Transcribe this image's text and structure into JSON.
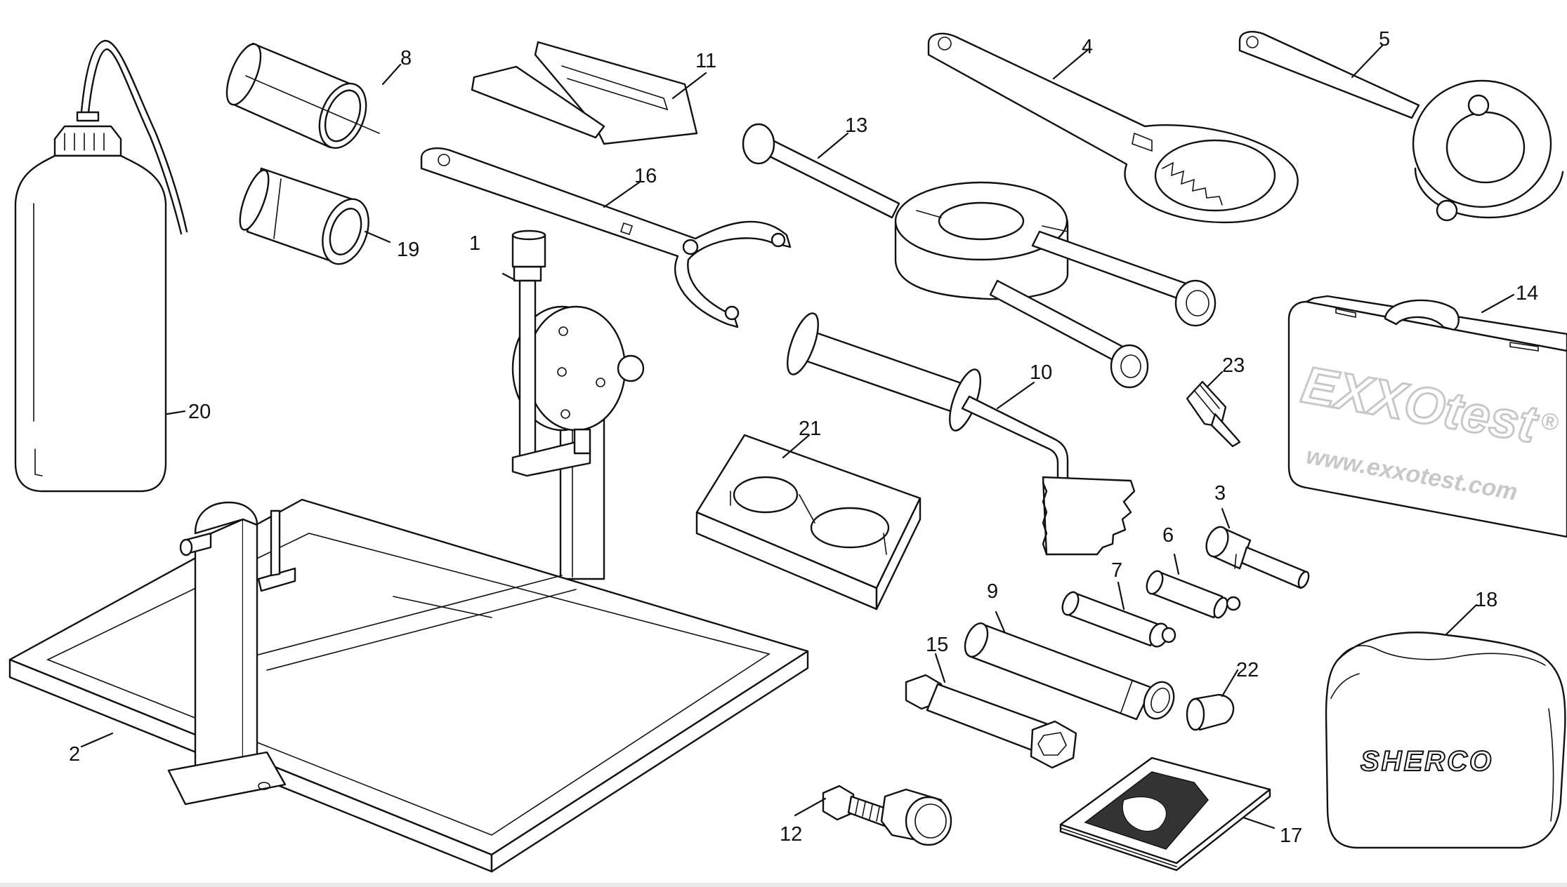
{
  "diagram": {
    "brands": {
      "case_logo": "EXXOtest",
      "case_registered": "®",
      "case_url": "www.exxotest.com",
      "bag_logo": "SHERCO"
    },
    "callouts": [
      {
        "id": "c1",
        "label": "1"
      },
      {
        "id": "c2",
        "label": "2"
      },
      {
        "id": "c3",
        "label": "3"
      },
      {
        "id": "c4",
        "label": "4"
      },
      {
        "id": "c5",
        "label": "5"
      },
      {
        "id": "c6",
        "label": "6"
      },
      {
        "id": "c7",
        "label": "7"
      },
      {
        "id": "c8",
        "label": "8"
      },
      {
        "id": "c9",
        "label": "9"
      },
      {
        "id": "c10",
        "label": "10"
      },
      {
        "id": "c11",
        "label": "11"
      },
      {
        "id": "c12",
        "label": "12"
      },
      {
        "id": "c13",
        "label": "13"
      },
      {
        "id": "c14",
        "label": "14"
      },
      {
        "id": "c15",
        "label": "15"
      },
      {
        "id": "c16",
        "label": "16"
      },
      {
        "id": "c17",
        "label": "17"
      },
      {
        "id": "c18",
        "label": "18"
      },
      {
        "id": "c19",
        "label": "19"
      },
      {
        "id": "c20",
        "label": "20"
      },
      {
        "id": "c21",
        "label": "21"
      },
      {
        "id": "c22",
        "label": "22"
      },
      {
        "id": "c23",
        "label": "23"
      }
    ]
  }
}
